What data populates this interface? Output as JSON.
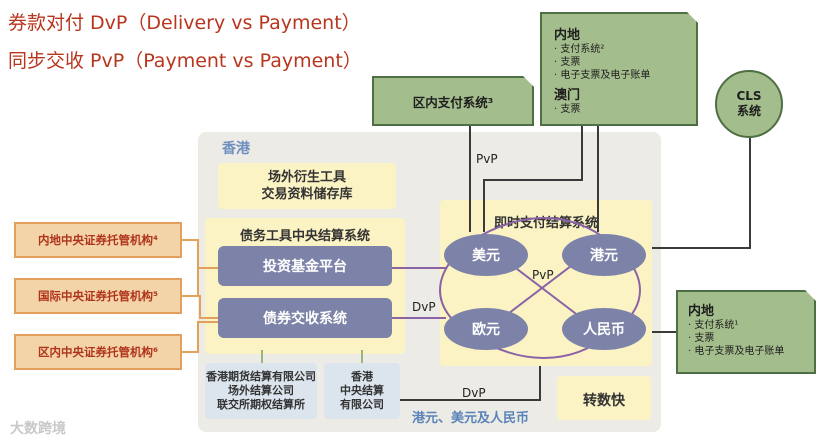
{
  "titles": {
    "dvp": "券款对付 DvP（Delivery vs Payment）",
    "pvp": "同步交收 PvP（Payment vs Payment）"
  },
  "hongkong": {
    "label": "香港",
    "otc_repository": [
      "场外衍生工具",
      "交易资料储存库"
    ],
    "cmu": {
      "title": "债务工具中央结算系统",
      "investment_fund": "投资基金平台",
      "bond_settlement": "债券交收系统"
    },
    "clearing_houses": [
      "香港期货结算有限公司",
      "场外结算公司",
      "联交所期权结算所"
    ],
    "ccass": [
      "香港",
      "中央结算",
      "有限公司"
    ],
    "rtgs": {
      "title": "即时支付结算系统",
      "currencies": {
        "usd": "美元",
        "hkd": "港元",
        "eur": "欧元",
        "rmb": "人民币"
      },
      "pvp_label": "PvP"
    },
    "bottom_caption": "港元、美元及人民币",
    "transfer": "转数快"
  },
  "left_entities": [
    "内地中央证券托管机构⁴",
    "国际中央证券托管机构⁵",
    "区内中央证券托管机构⁶"
  ],
  "regional_payment": "区内支付系统³",
  "mainland_top": {
    "title": "内地",
    "items": [
      "· 支付系统²",
      "· 支票",
      "· 电子支票及电子账单"
    ],
    "macau_title": "澳门",
    "macau_items": [
      "· 支票"
    ]
  },
  "cls": [
    "CLS",
    "系统"
  ],
  "mainland_right": {
    "title": "内地",
    "items": [
      "· 支付系统¹",
      "· 支票",
      "· 电子支票及电子账单"
    ]
  },
  "link_labels": {
    "pvp_top": "PvP",
    "dvp_mid": "DvP",
    "dvp_bottom": "DvP"
  },
  "watermark": "大数跨境",
  "colors": {
    "title_red": "#b8351e",
    "purple": "#7d83a8",
    "green": "#a4bd8c",
    "yellow": "#fbf3c4"
  }
}
